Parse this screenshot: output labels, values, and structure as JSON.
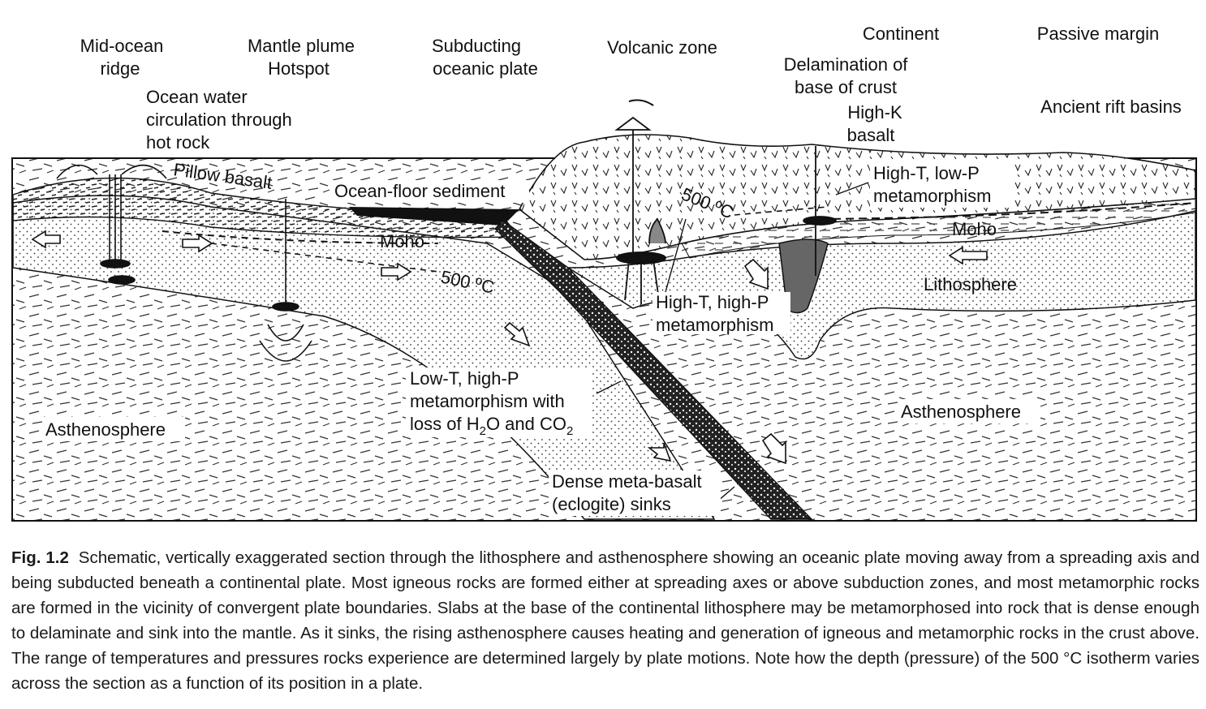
{
  "labels": {
    "mid_ocean_ridge_1": "Mid-ocean",
    "mid_ocean_ridge_2": "ridge",
    "mantle_plume_1": "Mantle plume",
    "mantle_plume_2": "Hotspot",
    "subducting_1": "Subducting",
    "subducting_2": "oceanic plate",
    "volcanic_zone": "Volcanic zone",
    "continent": "Continent",
    "passive_margin": "Passive margin",
    "delamination_1": "Delamination of",
    "delamination_2": "base of crust",
    "high_k_1": "High-K",
    "high_k_2": "basalt",
    "ancient_rift": "Ancient rift basins",
    "ocean_water_1": "Ocean water",
    "ocean_water_2": "circulation through",
    "ocean_water_3": "hot rock",
    "pillow_basalt": "Pillow basalt",
    "ocean_floor_sediment": "Ocean-floor sediment",
    "high_t_low_p_1": "High-T, low-P",
    "high_t_low_p_2": "metamorphism",
    "moho_left": "Moho",
    "moho_right": "Moho",
    "isotherm_left": "500 ºC",
    "isotherm_right": "500 ºC",
    "lithosphere": "Lithosphere",
    "high_t_high_p_1": "High-T, high-P",
    "high_t_high_p_2": "metamorphism",
    "low_t_high_p_1": "Low-T, high-P",
    "low_t_high_p_2": "metamorphism with",
    "low_t_high_p_3a": "loss of H",
    "low_t_high_p_3b": "2",
    "low_t_high_p_3c": "O and CO",
    "low_t_high_p_3d": "2",
    "asthenosphere_left": "Asthenosphere",
    "asthenosphere_right": "Asthenosphere",
    "dense_meta_1": "Dense meta-basalt",
    "dense_meta_2": "(eclogite) sinks"
  },
  "caption": {
    "fig_label": "Fig. 1.2",
    "text": "Schematic, vertically exaggerated section through the lithosphere and asthenosphere showing an oceanic plate moving away from a spreading axis and being subducted beneath a continental plate. Most igneous rocks are formed either at spreading axes or above subduction zones, and most metamorphic rocks are formed in the vicinity of convergent plate boundaries. Slabs at the base of the continental lithosphere may be metamorphosed into rock that is dense enough to delaminate and sink into the mantle. As it sinks, the rising asthenosphere causes heating and generation of igneous and metamorphic rocks in the crust above. The range of temperatures and pressures rocks experience are determined largely by plate motions. Note how the depth (pressure) of the 500 °C isotherm varies across the section as a function of its position in a plate."
  },
  "colors": {
    "ink": "#111111",
    "slab_fill": "#1a1a1a",
    "melt_fill": "#666666",
    "paper": "#ffffff"
  }
}
